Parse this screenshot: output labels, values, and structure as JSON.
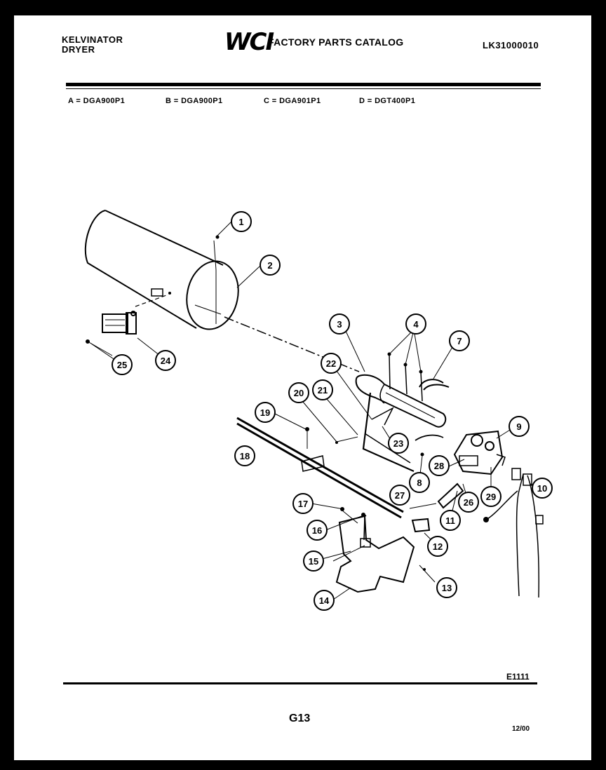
{
  "header": {
    "brand": "KELVINATOR",
    "product": "DRYER",
    "logo": "WCI",
    "catalog_title": "FACTORY PARTS CATALOG",
    "catalog_number": "LK31000010"
  },
  "models": [
    {
      "label": "A = DGA900P1"
    },
    {
      "label": "B = DGA900P1"
    },
    {
      "label": "C = DGA901P1"
    },
    {
      "label": "D = DGT400P1"
    }
  ],
  "footer": {
    "diagram_code": "E1111",
    "page": "G13",
    "date": "12/00"
  },
  "callouts": [
    "1",
    "2",
    "3",
    "4",
    "7",
    "22",
    "20",
    "21",
    "19",
    "18",
    "23",
    "9",
    "28",
    "8",
    "27",
    "11",
    "26",
    "29",
    "10",
    "17",
    "16",
    "15",
    "12",
    "13",
    "14",
    "24",
    "25"
  ]
}
